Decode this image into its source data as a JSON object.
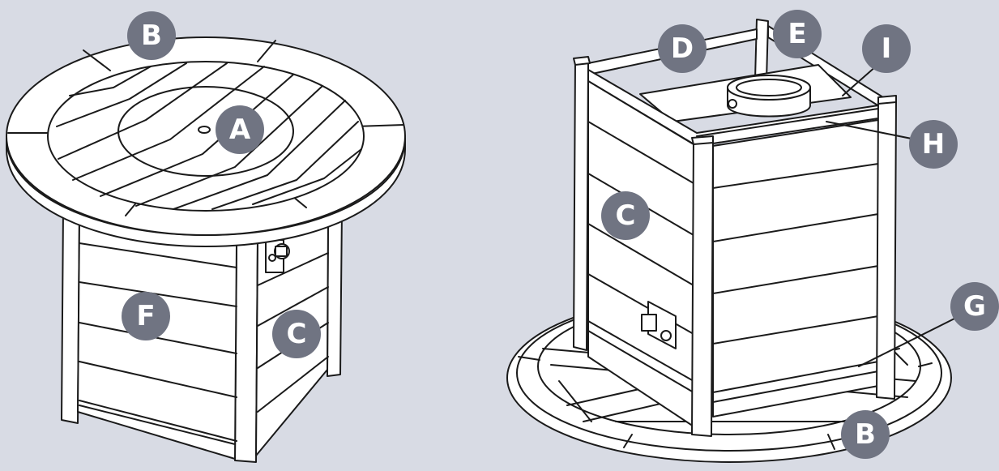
{
  "labels": {
    "left_top": "B",
    "left_center": "A",
    "left_front": "F",
    "left_side": "C",
    "right_top_back": "D",
    "right_top_corner": "E",
    "right_top_bracket": "I",
    "right_top_rail": "H",
    "right_side": "C",
    "right_base_ring": "G",
    "right_base": "B"
  },
  "colors": {
    "background": "#d8dbe4",
    "badge": "#707482",
    "badge_text": "#ffffff",
    "line": "#1a1a1a",
    "fill": "#ffffff"
  }
}
